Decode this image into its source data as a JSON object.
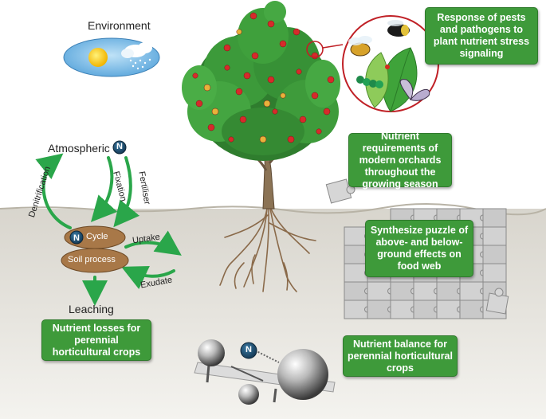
{
  "environment": {
    "label": "Environment"
  },
  "n_cycle": {
    "atmospheric": "Atmospheric",
    "n_symbol": "N",
    "denitrification": "Denitrification",
    "fixation": "Fixation",
    "fertiliser": "Fertiliser",
    "cycle": "Cycle",
    "soil_process": "Soil process",
    "uptake": "Uptake",
    "exudate": "Exudate",
    "leaching": "Leaching"
  },
  "boxes": {
    "pests": "Response of pests and pathogens to plant nutrient stress signaling",
    "requirements": "Nutrient requirements of modern orchards throughout the growing season",
    "puzzle": "Synthesize puzzle of above- and below-ground effects on food web",
    "losses": "Nutrient losses for perennial horticultural crops",
    "balance": "Nutrient balance for perennial horticultural crops"
  },
  "colors": {
    "green_box": "#3e9a3a",
    "arrow_green": "#2aa64a",
    "soil": "#cfccc3",
    "sky": "#8fc6ec",
    "cycle_brown": "#a87848",
    "n_badge": "#1e4d6b"
  }
}
